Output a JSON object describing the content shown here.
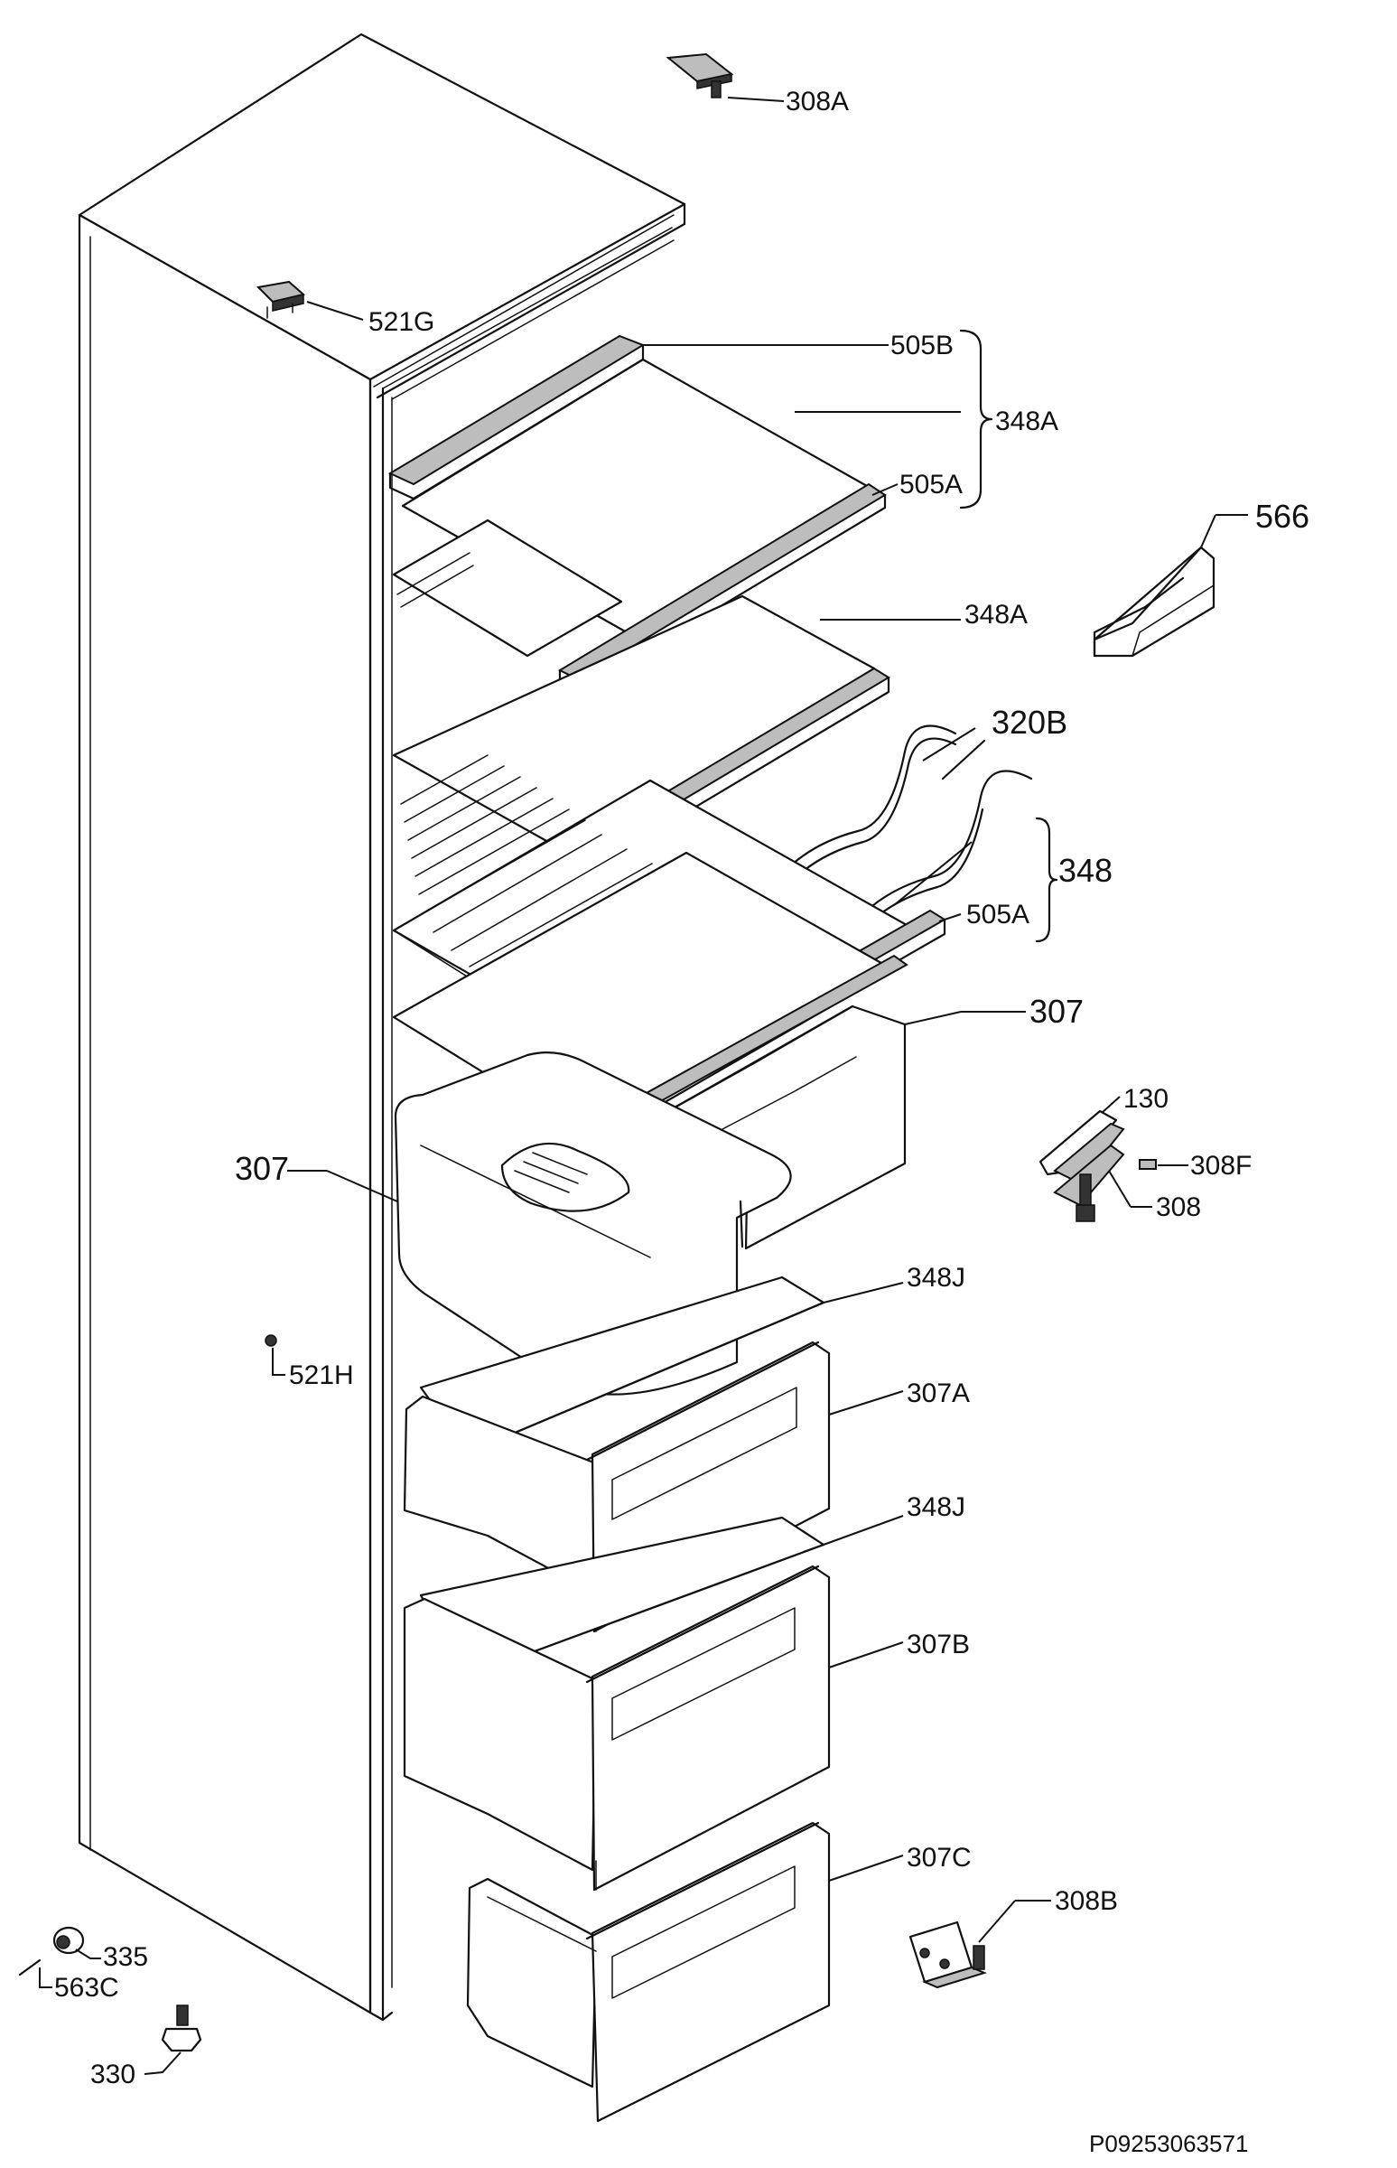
{
  "document_id": "P09253063571",
  "labels": {
    "hinge_top": "308A",
    "top_cover": "521G",
    "shelf_strip_rear": "505B",
    "shelf_assembly_top": "348A",
    "shelf_strip_front_top": "505A",
    "handle_566": "566",
    "glass_shelf_2": "348A",
    "bottle_rack": "320B",
    "shelf_assembly_348": "348",
    "shelf_strip_front_mid": "505A",
    "crisper_right": "307",
    "crisper_left": "307",
    "hinge_130": "130",
    "pin_308F": "308F",
    "hinge_308": "308",
    "cover_348J_1": "348J",
    "plug_521H": "521H",
    "drawer_307A": "307A",
    "cover_348J_2": "348J",
    "drawer_307B": "307B",
    "drawer_307C": "307C",
    "hinge_bottom": "308B",
    "bush_335": "335",
    "pin_563C": "563C",
    "foot_330": "330"
  }
}
